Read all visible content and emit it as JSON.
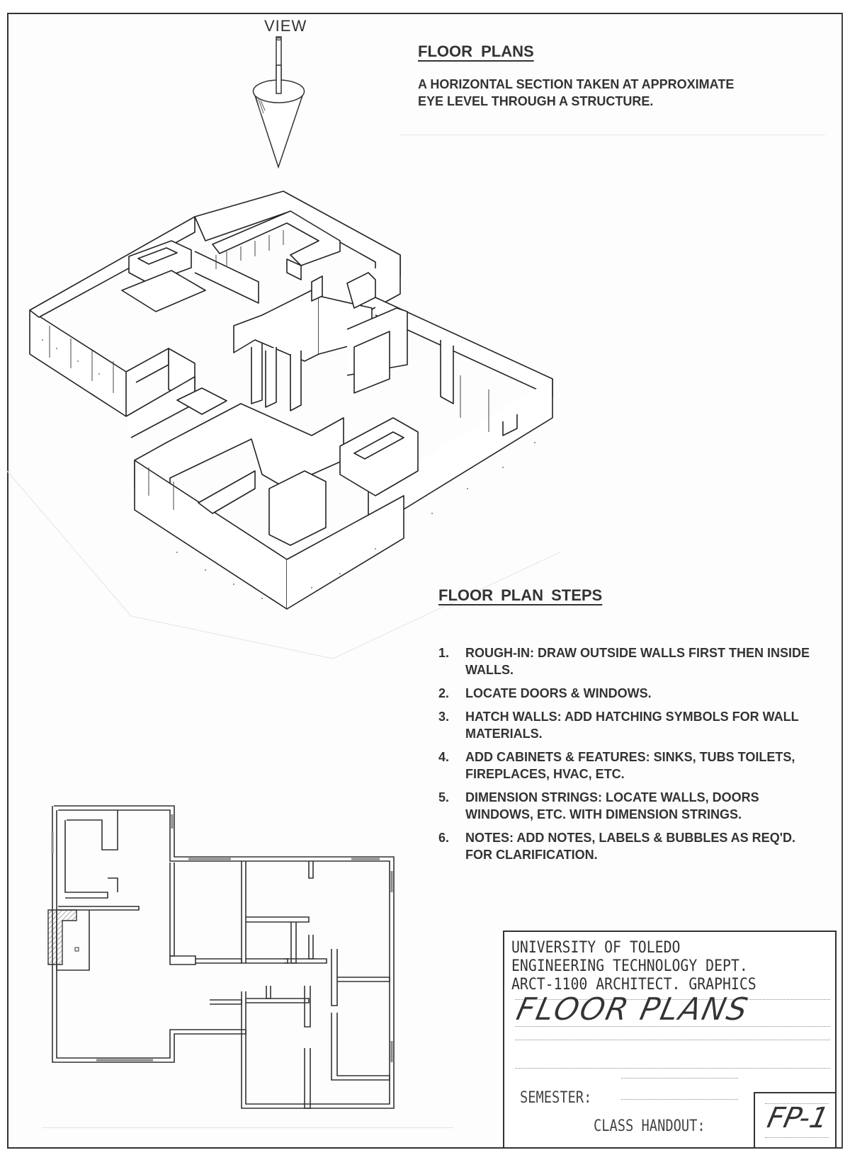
{
  "view_indicator": {
    "label": "VIEW",
    "icon": "viewing-cone-arrow-icon"
  },
  "header": {
    "title": "FLOOR  PLANS",
    "definition": "A HORIZONTAL SECTION TAKEN  AT APPROXIMATE EYE LEVEL THROUGH A STRUCTURE.",
    "definition_lines": [
      "A HORIZONTAL SECTION TAKEN  AT APPROXIMATE",
      "EYE LEVEL THROUGH A STRUCTURE."
    ]
  },
  "illustrations": {
    "isometric": "isometric-cutaway-house-drawing",
    "plan": "floor-plan-drawing"
  },
  "steps_section": {
    "title": "FLOOR  PLAN STEPS",
    "items": [
      {
        "num": "1.",
        "text": "ROUGH-IN: DRAW OUTSIDE WALLS FIRST THEN INSIDE WALLS."
      },
      {
        "num": "2.",
        "text": "LOCATE DOORS & WINDOWS."
      },
      {
        "num": "3.",
        "text": "HATCH WALLS: ADD HATCHING SYMBOLS FOR WALL MATERIALS."
      },
      {
        "num": "4.",
        "text": "ADD CABINETS & FEATURES:  SINKS, TUBS TOILETS, FIREPLACES, HVAC, ETC."
      },
      {
        "num": "5.",
        "text": "DIMENSION STRINGS: LOCATE WALLS, DOORS WINDOWS, ETC. WITH DIMENSION STRINGS."
      },
      {
        "num": "6.",
        "text": "NOTES: ADD NOTES, LABELS & BUBBLES AS REQ'D. FOR CLARIFICATION."
      }
    ]
  },
  "title_block": {
    "line1": "UNIVERSITY OF TOLEDO",
    "line2": "ENGINEERING TECHNOLOGY DEPT.",
    "line3": "ARCT-1100 ARCHITECT. GRAPHICS",
    "sheet_title": "FLOOR PLANS",
    "semester_label": "SEMESTER:",
    "semester_value": "",
    "handout_label": "CLASS HANDOUT:",
    "sheet_number": "FP-1"
  }
}
